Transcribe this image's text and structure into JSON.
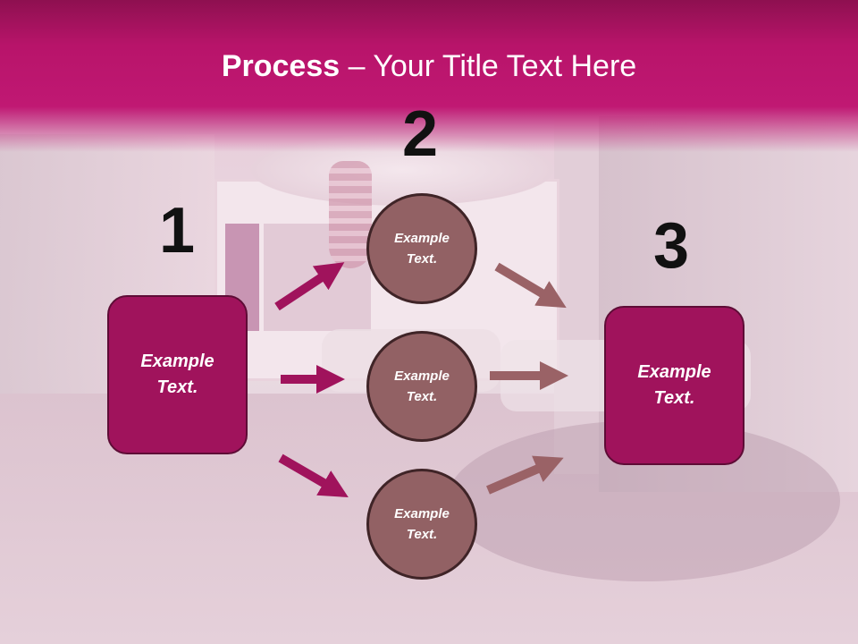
{
  "title": {
    "bold": "Process",
    "rest": " – Your Title Text Here"
  },
  "steps": [
    "1",
    "2",
    "3"
  ],
  "left_box": {
    "text": "Example\nText."
  },
  "circles": [
    {
      "text": "Example\nText."
    },
    {
      "text": "Example\nText."
    },
    {
      "text": "Example\nText."
    }
  ],
  "right_box": {
    "text": "Example\nText."
  },
  "colors": {
    "header": "#c01873",
    "box_fill": "#a0135c",
    "circle_fill": "#926164",
    "arrow_magenta": "#a0135c",
    "arrow_brown": "#9a6266"
  }
}
